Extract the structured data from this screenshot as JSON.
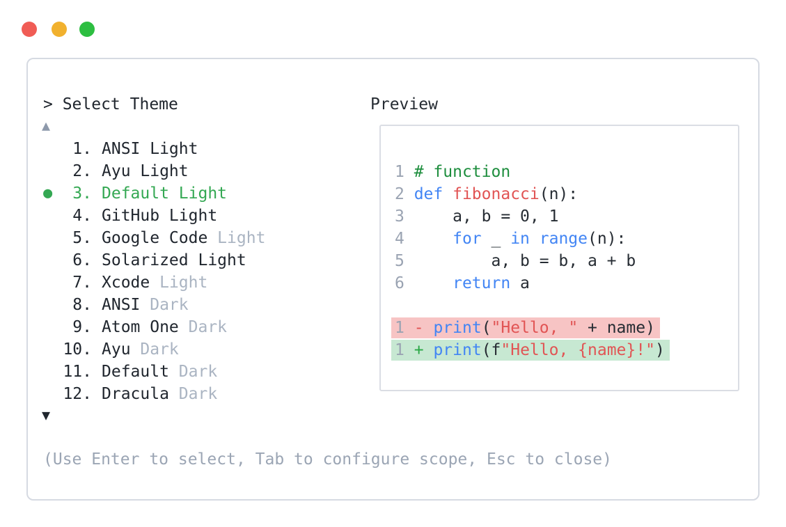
{
  "window": {
    "traffic_lights": [
      {
        "name": "close",
        "color": "#f05c55"
      },
      {
        "name": "minimize",
        "color": "#f1b12e"
      },
      {
        "name": "zoom",
        "color": "#2dbe41"
      }
    ]
  },
  "theme_picker": {
    "prompt": "> Select Theme",
    "scroll_up_icon": "▲",
    "scroll_down_icon": "▼",
    "selected_bullet": "●",
    "selection_color": "#34a853",
    "items": [
      {
        "num": "1",
        "label": "ANSI Light",
        "muted": "",
        "selected": false
      },
      {
        "num": "2",
        "label": "Ayu Light",
        "muted": "",
        "selected": false
      },
      {
        "num": "3",
        "label": "Default Light",
        "muted": "",
        "selected": true
      },
      {
        "num": "4",
        "label": "GitHub Light",
        "muted": "",
        "selected": false
      },
      {
        "num": "5",
        "label": "Google Code",
        "muted": "Light",
        "selected": false
      },
      {
        "num": "6",
        "label": "Solarized Light",
        "muted": "",
        "selected": false
      },
      {
        "num": "7",
        "label": "Xcode",
        "muted": "Light",
        "selected": false
      },
      {
        "num": "8",
        "label": "ANSI",
        "muted": "Dark",
        "selected": false
      },
      {
        "num": "9",
        "label": "Atom One",
        "muted": "Dark",
        "selected": false
      },
      {
        "num": "10",
        "label": "Ayu",
        "muted": "Dark",
        "selected": false
      },
      {
        "num": "11",
        "label": "Default",
        "muted": "Dark",
        "selected": false
      },
      {
        "num": "12",
        "label": "Dracula",
        "muted": "Dark",
        "selected": false
      }
    ],
    "hint": "(Use Enter to select, Tab to configure scope, Esc to close)"
  },
  "preview": {
    "title": "Preview",
    "code_lines": [
      {
        "num": "1",
        "tokens": [
          {
            "t": "# function",
            "c": "comment"
          }
        ]
      },
      {
        "num": "2",
        "tokens": [
          {
            "t": "def",
            "c": "kw"
          },
          {
            "t": " ",
            "c": "plain"
          },
          {
            "t": "fibonacci",
            "c": "fn"
          },
          {
            "t": "(n):",
            "c": "plain"
          }
        ]
      },
      {
        "num": "3",
        "tokens": [
          {
            "t": "    a, b = 0, 1",
            "c": "plain"
          }
        ]
      },
      {
        "num": "4",
        "tokens": [
          {
            "t": "    ",
            "c": "plain"
          },
          {
            "t": "for",
            "c": "kw"
          },
          {
            "t": " _ ",
            "c": "plain"
          },
          {
            "t": "in",
            "c": "kw"
          },
          {
            "t": " ",
            "c": "plain"
          },
          {
            "t": "range",
            "c": "kw"
          },
          {
            "t": "(n):",
            "c": "plain"
          }
        ]
      },
      {
        "num": "5",
        "tokens": [
          {
            "t": "        a, b = b, a + b",
            "c": "plain"
          }
        ]
      },
      {
        "num": "6",
        "tokens": [
          {
            "t": "    ",
            "c": "plain"
          },
          {
            "t": "return",
            "c": "kw"
          },
          {
            "t": " a",
            "c": "plain"
          }
        ]
      }
    ],
    "diff_lines": [
      {
        "type": "removed",
        "bg": "#f7c4c4",
        "tokens": [
          {
            "t": "1",
            "c": "num"
          },
          {
            "t": " ",
            "c": "plain"
          },
          {
            "t": "-",
            "c": "minus"
          },
          {
            "t": " ",
            "c": "plain"
          },
          {
            "t": "print",
            "c": "kw"
          },
          {
            "t": "(",
            "c": "plain"
          },
          {
            "t": "\"Hello, \"",
            "c": "str"
          },
          {
            "t": " + name)",
            "c": "plain"
          }
        ]
      },
      {
        "type": "added",
        "bg": "#c7e8d2",
        "tokens": [
          {
            "t": "1",
            "c": "num"
          },
          {
            "t": " ",
            "c": "plain"
          },
          {
            "t": "+",
            "c": "plus"
          },
          {
            "t": " ",
            "c": "plain"
          },
          {
            "t": "print",
            "c": "kw"
          },
          {
            "t": "(f",
            "c": "plain"
          },
          {
            "t": "\"Hello, {name}!\"",
            "c": "str"
          },
          {
            "t": ")",
            "c": "plain"
          }
        ]
      }
    ]
  },
  "colors": {
    "panel_border": "#d6dae2",
    "preview_border": "#dadde4",
    "keyword_blue": "#4285f4",
    "string_red": "#e15454",
    "comment_green": "#1e8e3e",
    "line_number_gray": "#9aa3b2",
    "muted_gray": "#aab4c2",
    "hint_gray": "#9ba5b4",
    "diff_removed_bg": "#f7c4c4",
    "diff_added_bg": "#c7e8d2"
  }
}
